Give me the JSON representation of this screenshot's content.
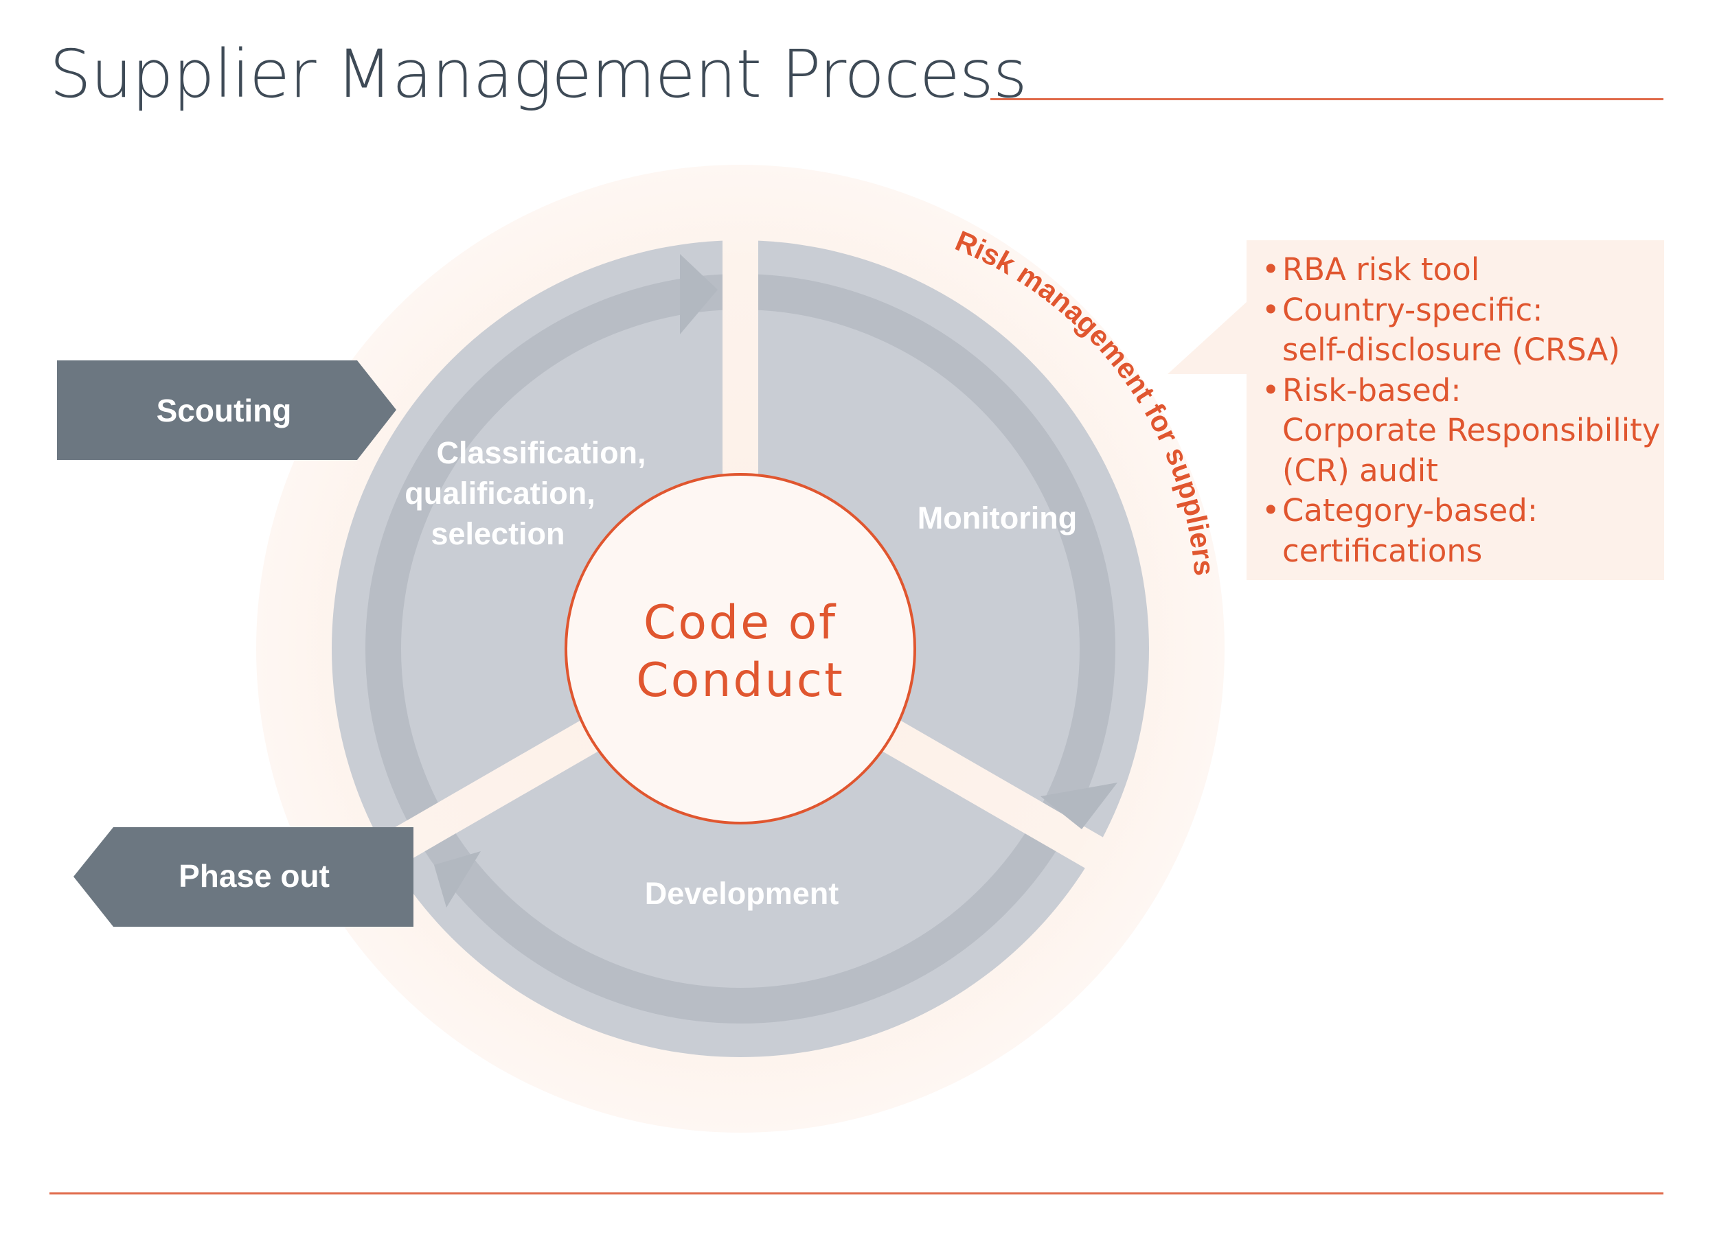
{
  "title": "Supplier Management Process",
  "center": {
    "line1": "Code of",
    "line2": "Conduct"
  },
  "segments": {
    "classification": [
      "Classification,",
      "qualification,",
      "selection"
    ],
    "monitoring": "Monitoring",
    "development": "Development"
  },
  "arrows": {
    "scouting": "Scouting",
    "phase_out": "Phase out"
  },
  "risk_arc_label": "Risk management for suppliers",
  "risk_items": [
    {
      "lines": [
        "RBA risk tool"
      ]
    },
    {
      "lines": [
        "Country-specific:",
        "self-disclosure (CRSA)"
      ]
    },
    {
      "lines": [
        "Risk-based:",
        "Corporate Responsibility",
        "(CR) audit"
      ]
    },
    {
      "lines": [
        "Category-based:",
        "certifications"
      ]
    }
  ],
  "colors": {
    "accent": "#e0562f",
    "segment_fill": "#c9cdd4",
    "arrow_fill": "#6c7781",
    "halo": "#fdf1ea"
  }
}
